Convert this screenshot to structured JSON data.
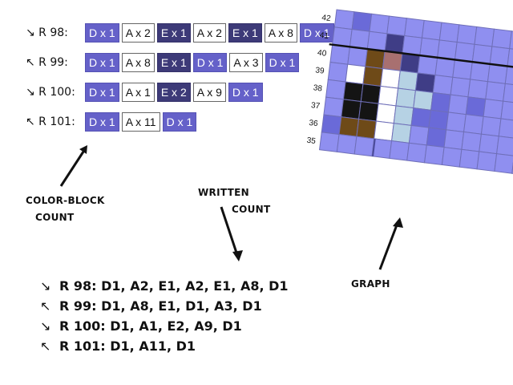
{
  "block_rows": [
    {
      "label": "↘ R 98:",
      "chips": [
        {
          "text": "D x 1",
          "color": "D"
        },
        {
          "text": "A x 2",
          "color": "A"
        },
        {
          "text": "E x 1",
          "color": "E"
        },
        {
          "text": "A x 2",
          "color": "A"
        },
        {
          "text": "E x 1",
          "color": "E"
        },
        {
          "text": "A x 8",
          "color": "A"
        },
        {
          "text": "D x 1",
          "color": "D"
        }
      ]
    },
    {
      "label": "↖ R 99:",
      "chips": [
        {
          "text": "D x 1",
          "color": "D"
        },
        {
          "text": "A x 8",
          "color": "A"
        },
        {
          "text": "E x 1",
          "color": "E"
        },
        {
          "text": "D x 1",
          "color": "D"
        },
        {
          "text": "A x 3",
          "color": "A"
        },
        {
          "text": "D x 1",
          "color": "D"
        }
      ]
    },
    {
      "label": "↘ R 100:",
      "chips": [
        {
          "text": "D x 1",
          "color": "D"
        },
        {
          "text": "A x 1",
          "color": "A"
        },
        {
          "text": "E x 2",
          "color": "E"
        },
        {
          "text": "A x 9",
          "color": "A"
        },
        {
          "text": "D x 1",
          "color": "D"
        }
      ]
    },
    {
      "label": "↖ R 101:",
      "chips": [
        {
          "text": "D x 1",
          "color": "D"
        },
        {
          "text": "A x 11",
          "color": "A"
        },
        {
          "text": "D x 1",
          "color": "D"
        }
      ]
    }
  ],
  "callouts": {
    "color_block_1": "COLOR-BLOCK",
    "color_block_2": "COUNT",
    "written_1": "WRITTEN",
    "written_2": "COUNT",
    "graph": "GRAPH"
  },
  "written_rows": [
    {
      "arrow": "↘",
      "text": "R 98: D1, A2, E1, A2, E1, A8, D1"
    },
    {
      "arrow": "↖",
      "text": "R 99: D1, A8, E1, D1, A3, D1"
    },
    {
      "arrow": "↘",
      "text": "R 100: D1, A1, E2, A9, D1"
    },
    {
      "arrow": "↖",
      "text": "R 101: D1, A11, D1"
    }
  ],
  "graph": {
    "row_numbers": [
      "42",
      "41",
      "40",
      "39",
      "38",
      "37",
      "36",
      "35"
    ],
    "cells": [
      [
        "P",
        "M",
        "P",
        "P",
        "P",
        "P",
        "P",
        "P",
        "P",
        "P",
        "P",
        "P",
        "P",
        "P"
      ],
      [
        "P",
        "P",
        "P",
        "N",
        "P",
        "P",
        "P",
        "P",
        "P",
        "P",
        "P",
        "P",
        "P",
        "P"
      ],
      [
        "P",
        "P",
        "B",
        "R",
        "N",
        "P",
        "P",
        "P",
        "P",
        "P",
        "P",
        "P",
        "P",
        "P"
      ],
      [
        "P",
        "W",
        "B",
        "W",
        "L",
        "N",
        "P",
        "P",
        "P",
        "P",
        "P",
        "P",
        "P",
        "P"
      ],
      [
        "P",
        "K",
        "K",
        "W",
        "L",
        "L",
        "M",
        "P",
        "M",
        "P",
        "P",
        "P",
        "P",
        "P"
      ],
      [
        "P",
        "K",
        "K",
        "W",
        "L",
        "M",
        "M",
        "P",
        "P",
        "P",
        "P",
        "P",
        "P",
        "P"
      ],
      [
        "M",
        "B",
        "B",
        "W",
        "L",
        "P",
        "M",
        "P",
        "P",
        "P",
        "P",
        "P",
        "P",
        "P"
      ],
      [
        "P",
        "P",
        "P",
        "P",
        "P",
        "P",
        "P",
        "P",
        "P",
        "P",
        "P",
        "P",
        "P",
        "P"
      ]
    ],
    "colors": {
      "P": "#8f8ff0",
      "M": "#6a6ad8",
      "N": "#3f3d86",
      "B": "#6e4a18",
      "R": "#a87070",
      "W": "#ffffff",
      "K": "#141414",
      "L": "#b6d2e4"
    }
  }
}
